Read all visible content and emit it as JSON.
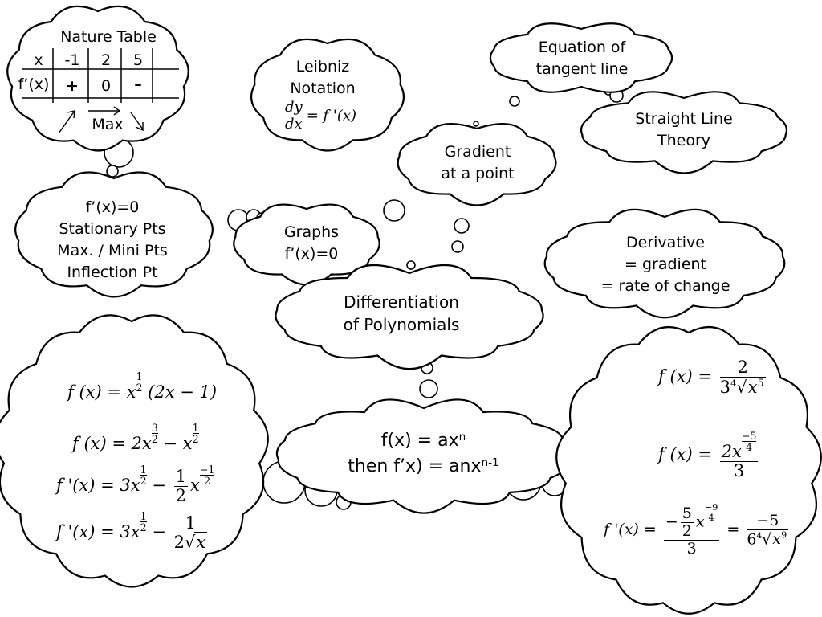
{
  "center": {
    "line1": "Differentiation",
    "line2": "of Polynomials"
  },
  "nature_table": {
    "title": "Nature Table",
    "header": [
      "x",
      "-1",
      "2",
      "5"
    ],
    "row_label": "f’(x)",
    "row_signs": [
      "+",
      "0",
      "–"
    ],
    "max_label": "Max"
  },
  "leibniz": {
    "line1": "Leibniz",
    "line2": "Notation",
    "dy": "dy",
    "dx": "dx",
    "rhs": "= f '(x)"
  },
  "tangent": {
    "line1": "Equation of",
    "line2": "tangent line"
  },
  "straight_line": {
    "line1": "Straight Line",
    "line2": "Theory"
  },
  "gradient_point": {
    "line1": "Gradient",
    "line2": "at a point"
  },
  "stationary": {
    "line1": "f’(x)=0",
    "line2": "Stationary Pts",
    "line3": "Max. / Mini Pts",
    "line4": "Inflection Pt"
  },
  "graphs": {
    "line1": "Graphs",
    "line2": "f’(x)=0"
  },
  "derivative": {
    "line1": "Derivative",
    "line2": "= gradient",
    "line3": "= rate of change"
  },
  "rule": {
    "line1": "f(x) = ax",
    "exp1": "n",
    "line2": "then f’x) = anx",
    "exp2": "n-1"
  },
  "left_example": {
    "eq1_lhs": "f (x) = x",
    "eq1_exp_num": "1",
    "eq1_exp_den": "2",
    "eq1_rest": "(2x − 1)",
    "eq2_lhs": "f (x) = 2x",
    "eq2_exp_num": "3",
    "eq2_exp_den": "2",
    "eq2_mid": "− x",
    "eq2_exp2_num": "1",
    "eq2_exp2_den": "2",
    "eq3_lhs": "f '(x) = 3x",
    "eq3_exp_num": "1",
    "eq3_exp_den": "2",
    "eq3_minus": "−",
    "eq3_frac_num": "1",
    "eq3_frac_den": "2",
    "eq3_x": "x",
    "eq3_exp2_num": "−1",
    "eq3_exp2_den": "2",
    "eq4_lhs": "f '(x) = 3x",
    "eq4_exp_num": "1",
    "eq4_exp_den": "2",
    "eq4_minus": "−",
    "eq4_frac_num": "1",
    "eq4_frac_den_coef": "2",
    "eq4_frac_den_rad": "x"
  },
  "right_example": {
    "eq1_lhs": "f (x) =",
    "eq1_num": "2",
    "eq1_den_coef": "3",
    "eq1_den_index": "4",
    "eq1_den_rad": "x",
    "eq1_den_exp": "5",
    "eq2_lhs": "f (x) =",
    "eq2_num_coef": "2x",
    "eq2_num_exp_num": "−5",
    "eq2_num_exp_den": "4",
    "eq2_den": "3",
    "eq3_lhs": "f '(x) =",
    "eq3_num_sign": "−",
    "eq3_num_fn": "5",
    "eq3_num_fd": "2",
    "eq3_num_x": "x",
    "eq3_num_exp_num": "−9",
    "eq3_num_exp_den": "4",
    "eq3_den": "3",
    "eq3_eq": "=",
    "eq3_r_num": "−5",
    "eq3_r_den_coef": "6",
    "eq3_r_den_index": "4",
    "eq3_r_den_rad": "x",
    "eq3_r_den_exp": "9"
  }
}
